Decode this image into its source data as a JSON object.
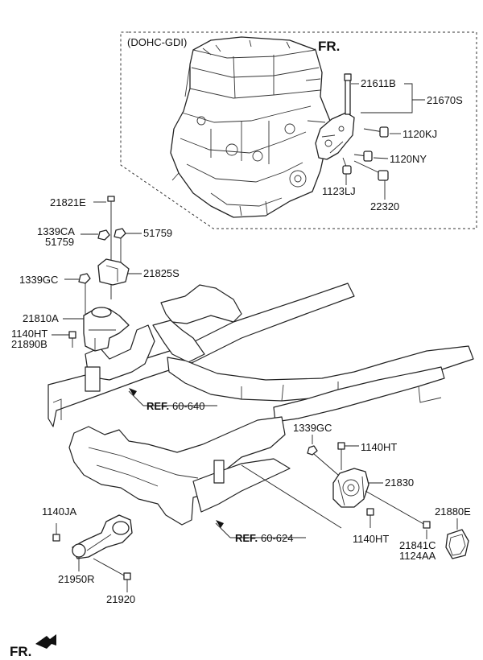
{
  "engine_box": {
    "variant_label": "(DOHC-GDI)"
  },
  "direction_top": "FR.",
  "direction_bottom": "FR.",
  "parts": {
    "p21611B": "21611B",
    "p21670S": "21670S",
    "p1120KJ": "1120KJ",
    "p1120NY": "1120NY",
    "p1123LJ": "1123LJ",
    "p22320": "22320",
    "p21821E": "21821E",
    "p1339CA": "1339CA",
    "p51759a": "51759",
    "p51759b": "51759",
    "p21825S": "21825S",
    "p1339GC_left": "1339GC",
    "p21810A": "21810A",
    "p1140HT_left": "1140HT",
    "p21890B": "21890B",
    "p1339GC_right": "1339GC",
    "p1140HT_r1": "1140HT",
    "p21830": "21830",
    "p21880E": "21880E",
    "p1140HT_r2": "1140HT",
    "p21841C": "21841C",
    "p1124AA": "1124AA",
    "p1140JA": "1140JA",
    "p21950R": "21950R",
    "p21920": "21920"
  },
  "refs": {
    "ref1": {
      "prefix": "REF.",
      "code": "60-640"
    },
    "ref2": {
      "prefix": "REF.",
      "code": "60-624"
    }
  }
}
